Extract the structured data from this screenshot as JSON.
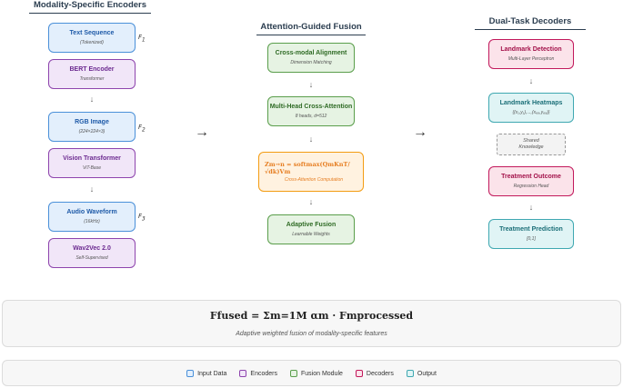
{
  "sections": {
    "encoders": "Modality-Specific Encoders",
    "fusion": "Attention-Guided Fusion",
    "decoders": "Dual-Task Decoders"
  },
  "inputs": [
    {
      "title": "Text Sequence",
      "sub": "(Tokenized)",
      "label": "F1"
    },
    {
      "title": "RGB Image",
      "sub": "(224×224×3)",
      "label": "F2"
    },
    {
      "title": "Audio Waveform",
      "sub": "(16kHz)",
      "label": "F3"
    }
  ],
  "encoders": [
    {
      "title": "BERT Encoder",
      "sub": "Transformer"
    },
    {
      "title": "Vision Transformer",
      "sub": "ViT-Base"
    },
    {
      "title": "Wav2Vec 2.0",
      "sub": "Self-Supervised"
    }
  ],
  "fusion": {
    "cross_modal": {
      "title": "Cross-modal Alignment",
      "sub": "Dimension Matching"
    },
    "mhca": {
      "title": "Multi-Head Cross-Attention",
      "sub": "8 heads, d=512"
    },
    "formula_line1": "Zm→n = softmax(QmKnT/",
    "formula_line2": "√dk)Vm",
    "formula_caption": "Cross-Attention Computation",
    "adaptive": {
      "title": "Adaptive Fusion",
      "sub": "Learnable Weights"
    }
  },
  "decoders": {
    "landmark_detection": {
      "title": "Landmark Detection",
      "sub": "Multi-Layer Perceptron"
    },
    "landmark_heatmaps": {
      "title": "Landmark Heatmaps",
      "sub": "{(x₁,y₁),...,(x₆₈,y₆₈)}"
    },
    "shared": "Shared Knowledge",
    "treatment_outcome": {
      "title": "Treatment Outcome",
      "sub": "Regression Head"
    },
    "treatment_prediction": {
      "title": "Treatment Prediction",
      "sub": "[0,1]"
    }
  },
  "equation": {
    "main": "Ffused = Σm=1M αm · Fmprocessed",
    "caption": "Adaptive weighted fusion of modality-specific features"
  },
  "legend": [
    {
      "label": "Input Data",
      "color": "#4a90d9",
      "fill": "#e3effc"
    },
    {
      "label": "Encoders",
      "color": "#8e44ad",
      "fill": "#f1e6f8"
    },
    {
      "label": "Fusion Module",
      "color": "#5a9e4b",
      "fill": "#e6f3e3"
    },
    {
      "label": "Decoders",
      "color": "#c2185b",
      "fill": "#fbe3ea"
    },
    {
      "label": "Output",
      "color": "#3fa8b1",
      "fill": "#e0f4f5"
    }
  ]
}
